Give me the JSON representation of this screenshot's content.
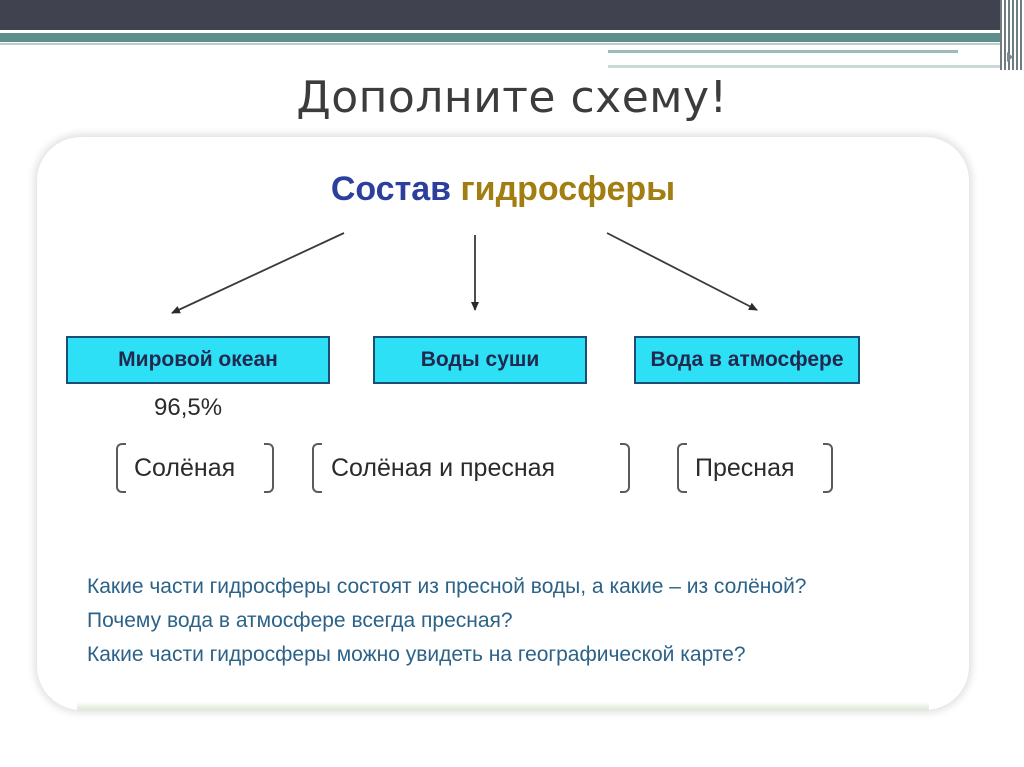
{
  "slide": {
    "title": "Дополните схему!"
  },
  "diagram": {
    "title_part1": "Состав",
    "title_part2": "гидросферы",
    "boxes": [
      {
        "label": "Мировой океан"
      },
      {
        "label": "Воды суши"
      },
      {
        "label": "Вода в атмосфере"
      }
    ],
    "ocean_percent": "96,5%",
    "brackets": [
      {
        "text": "Солёная"
      },
      {
        "text": "Солёная и пресная"
      },
      {
        "text": "Пресная"
      }
    ]
  },
  "questions": [
    "Какие части гидросферы состоят из пресной воды, а какие –  из солёной?",
    "Почему вода в атмосфере всегда пресная?",
    "Какие части гидросферы можно увидеть на географической карте?"
  ],
  "colors": {
    "header_dark": "#40424f",
    "header_teal": "#5d8e8c",
    "box_fill": "#2ee0f5",
    "title_blue": "#2c3f9c",
    "title_gold": "#a17d12",
    "question_text": "#2c6288"
  }
}
